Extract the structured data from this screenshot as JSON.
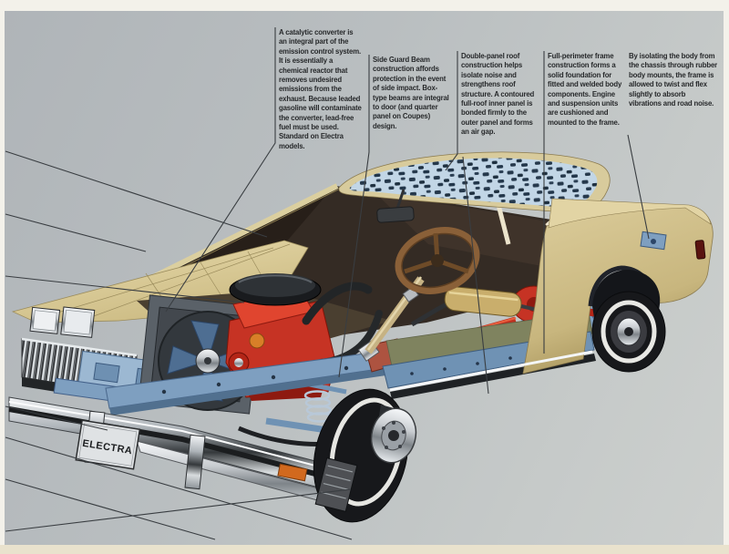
{
  "page": {
    "badge": "ELECTRA",
    "description": "Cutaway technical illustration of a Buick Electra coupe, front three-quarter view, showing chassis frame, engine, exhaust and body structure with callout notes"
  },
  "callouts": [
    {
      "id": "catalytic-converter",
      "text": "A catalytic converter is an integral part of the emission control system. It is essentially a chemical reactor that removes undesired emissions from the exhaust. Because leaded gasoline will contaminate the converter, lead-free fuel must be used. Standard on Electra models."
    },
    {
      "id": "side-guard-beam",
      "text": "Side Guard Beam construction affords protection in the event of side impact. Box-type beams are integral to door (and quarter panel on Coupes) design."
    },
    {
      "id": "double-panel-roof",
      "text": "Double-panel roof construction helps isolate noise and strengthens roof structure. A contoured full-roof inner panel is bonded firmly to the outer panel and forms an air gap."
    },
    {
      "id": "full-perimeter-frame",
      "text": "Full-perimeter frame construction forms a solid foundation for fitted and welded body components. Engine and suspension units are cushioned and mounted to the frame."
    },
    {
      "id": "body-isolation",
      "text": "By isolating the body from the chassis through rubber body mounts, the frame is allowed to twist and flex slightly to absorb vibrations and road noise."
    }
  ],
  "colors": {
    "background_gray": "#b9bec0",
    "body_cream": "#d8c994",
    "hood_cream": "#e2d4a4",
    "roof_inner_blue": "#c2d6e6",
    "frame_blue": "#7e9fc0",
    "engine_red": "#c63324",
    "interior_dark": "#342b24",
    "chrome_light": "#eef1f3",
    "tire_black": "#17181b",
    "muffler_tan": "#c9ae6c",
    "leader_line": "#393d41",
    "text_dark": "#26282a"
  }
}
